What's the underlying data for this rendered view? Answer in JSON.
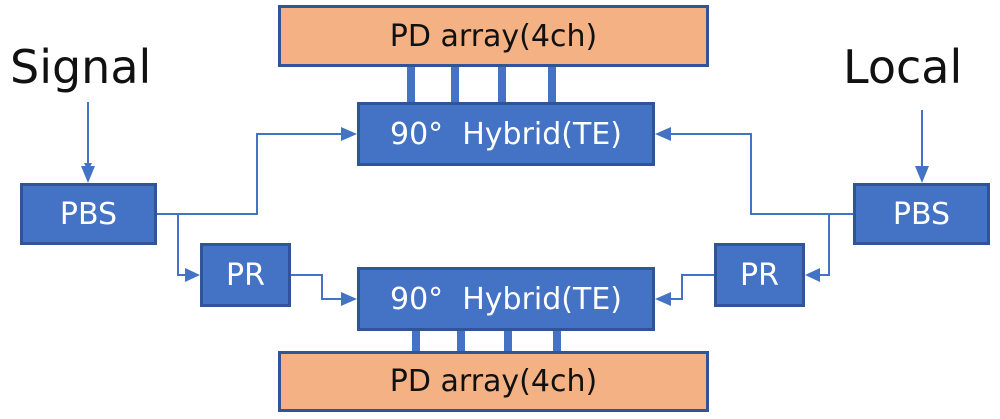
{
  "labels": {
    "signal": "Signal",
    "local": "Local"
  },
  "blocks": {
    "pd_top": "PD array(4ch)",
    "pd_bottom": "PD array(4ch)",
    "hybrid_top": "90°  Hybrid(TE)",
    "hybrid_bottom": "90°  Hybrid(TE)",
    "pbs_signal": "PBS",
    "pbs_local": "PBS",
    "pr_signal": "PR",
    "pr_local": "PR"
  },
  "colors": {
    "block": "#4472C4",
    "border": "#2F5597",
    "pd": "#F4B183",
    "line": "#4472C4"
  }
}
